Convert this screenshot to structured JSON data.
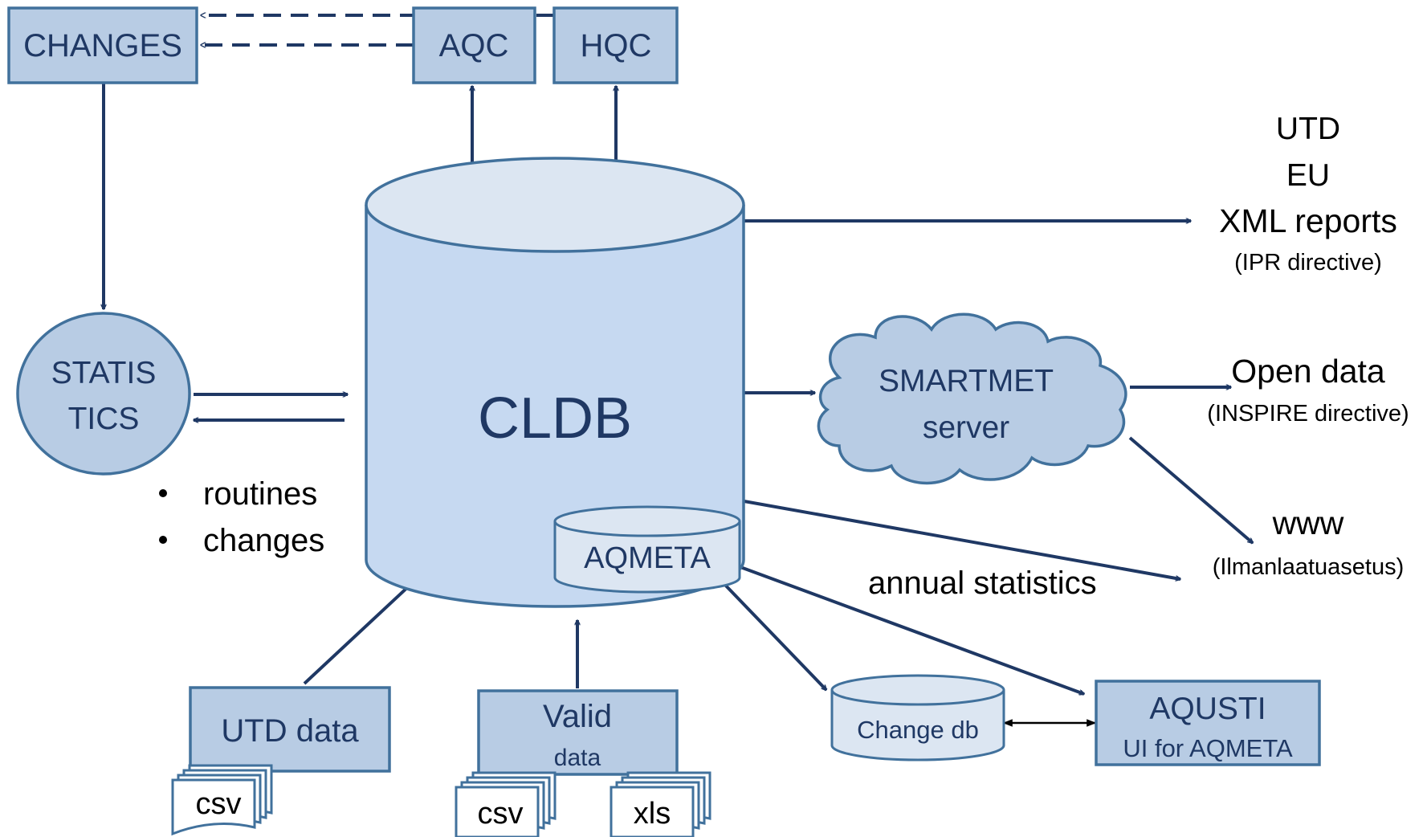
{
  "nodes": {
    "changes": "CHANGES",
    "aqc": "AQC",
    "hqc": "HQC",
    "statistics_line1": "STATIS",
    "statistics_line2": "TICS",
    "cldb": "CLDB",
    "aqmeta": "AQMETA",
    "smartmet_line1": "SMARTMET",
    "smartmet_line2": "server",
    "utd_data": "UTD data",
    "valid_line1": "Valid",
    "valid_line2": "data",
    "change_db": "Change db",
    "aqusti_line1": "AQUSTI",
    "aqusti_line2": "UI for AQMETA",
    "csv_utd": "csv",
    "csv_valid": "csv",
    "xls_valid": "xls"
  },
  "statistics_bullets": [
    "routines",
    "changes"
  ],
  "outputs": {
    "reports": {
      "line1": "UTD",
      "line2": "EU",
      "line3": "XML reports",
      "note": "(IPR directive)"
    },
    "open_data": {
      "title": "Open data",
      "note": "(INSPIRE directive)"
    },
    "www": {
      "title": "www",
      "note": "(Ilmanlaatuasetus)"
    },
    "annual_statistics": "annual statistics"
  },
  "colors": {
    "box_fill": "#b8cce4",
    "cylinder_body": "#c6d9f1",
    "cylinder_top": "#dce6f2",
    "stroke": "#41719c",
    "arrow": "#1f3864",
    "text": "#1f3864"
  }
}
